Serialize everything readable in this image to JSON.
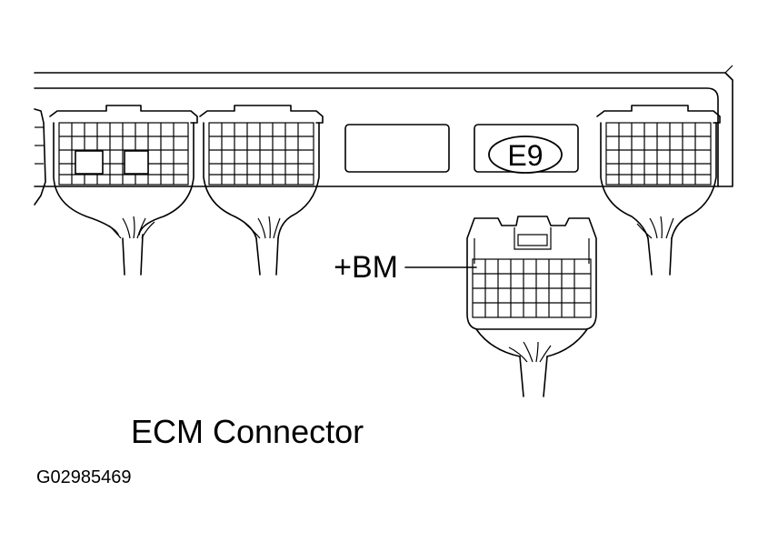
{
  "diagram": {
    "connector_badge": "E9",
    "pin_label": "+BM",
    "caption": "ECM Connector",
    "figure_code": "G02985469"
  }
}
